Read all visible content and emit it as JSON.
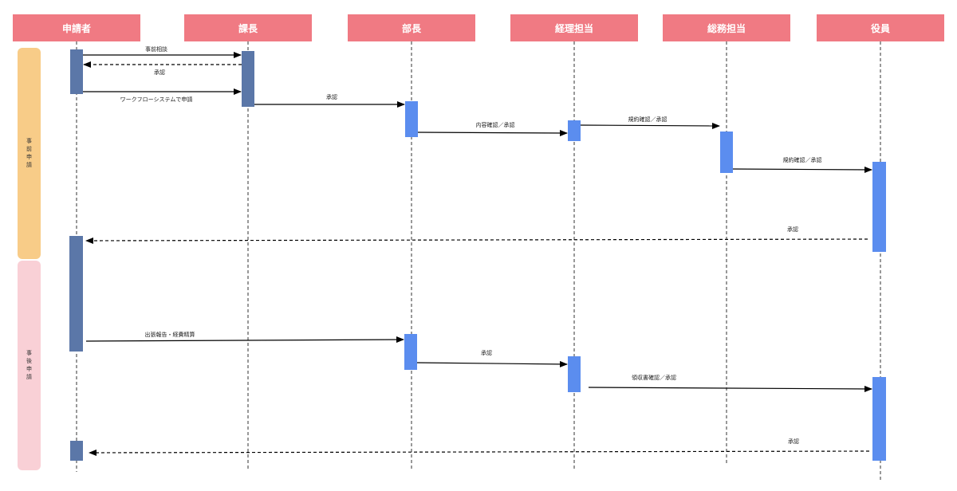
{
  "colors": {
    "header_bg": "#f07a83",
    "header_text": "#ffffff",
    "activation_dark": "#5b77a8",
    "activation_light": "#5b8def",
    "phase_pre": "#f8cc88",
    "phase_post": "#f9d0d6"
  },
  "participants": [
    {
      "id": "applicant",
      "label": "申請者"
    },
    {
      "id": "section_chief",
      "label": "課長"
    },
    {
      "id": "department_head",
      "label": "部長"
    },
    {
      "id": "accounting",
      "label": "経理担当"
    },
    {
      "id": "general_affairs",
      "label": "総務担当"
    },
    {
      "id": "executive",
      "label": "役員"
    }
  ],
  "phases": [
    {
      "id": "pre",
      "label": "事前申請"
    },
    {
      "id": "post",
      "label": "事後申請"
    }
  ],
  "messages": [
    {
      "from": "applicant",
      "to": "section_chief",
      "label": "事前相談",
      "style": "solid"
    },
    {
      "from": "section_chief",
      "to": "applicant",
      "label": "承認",
      "style": "dashed"
    },
    {
      "from": "applicant",
      "to": "section_chief",
      "label": "ワークフローシステムで申請",
      "style": "solid"
    },
    {
      "from": "section_chief",
      "to": "department_head",
      "label": "承認",
      "style": "solid"
    },
    {
      "from": "department_head",
      "to": "accounting",
      "label": "内容確認／承認",
      "style": "solid"
    },
    {
      "from": "accounting",
      "to": "general_affairs",
      "label": "規約確認／承認",
      "style": "solid"
    },
    {
      "from": "general_affairs",
      "to": "executive",
      "label": "規約確認／承認",
      "style": "solid"
    },
    {
      "from": "executive",
      "to": "applicant",
      "label": "承認",
      "style": "dashed"
    },
    {
      "from": "applicant",
      "to": "department_head",
      "label": "出張報告・経費精算",
      "style": "solid"
    },
    {
      "from": "department_head",
      "to": "accounting",
      "label": "承認",
      "style": "solid"
    },
    {
      "from": "accounting",
      "to": "executive",
      "label": "領収書確認／承認",
      "style": "solid"
    },
    {
      "from": "executive",
      "to": "applicant",
      "label": "承認",
      "style": "dashed"
    }
  ]
}
